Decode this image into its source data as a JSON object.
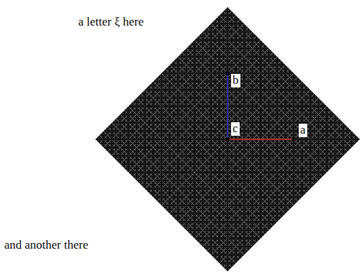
{
  "diagram": {
    "labels": [
      "a letter ξ here",
      "and another there",
      "b",
      "c",
      "a",
      "ξ"
    ]
  }
}
